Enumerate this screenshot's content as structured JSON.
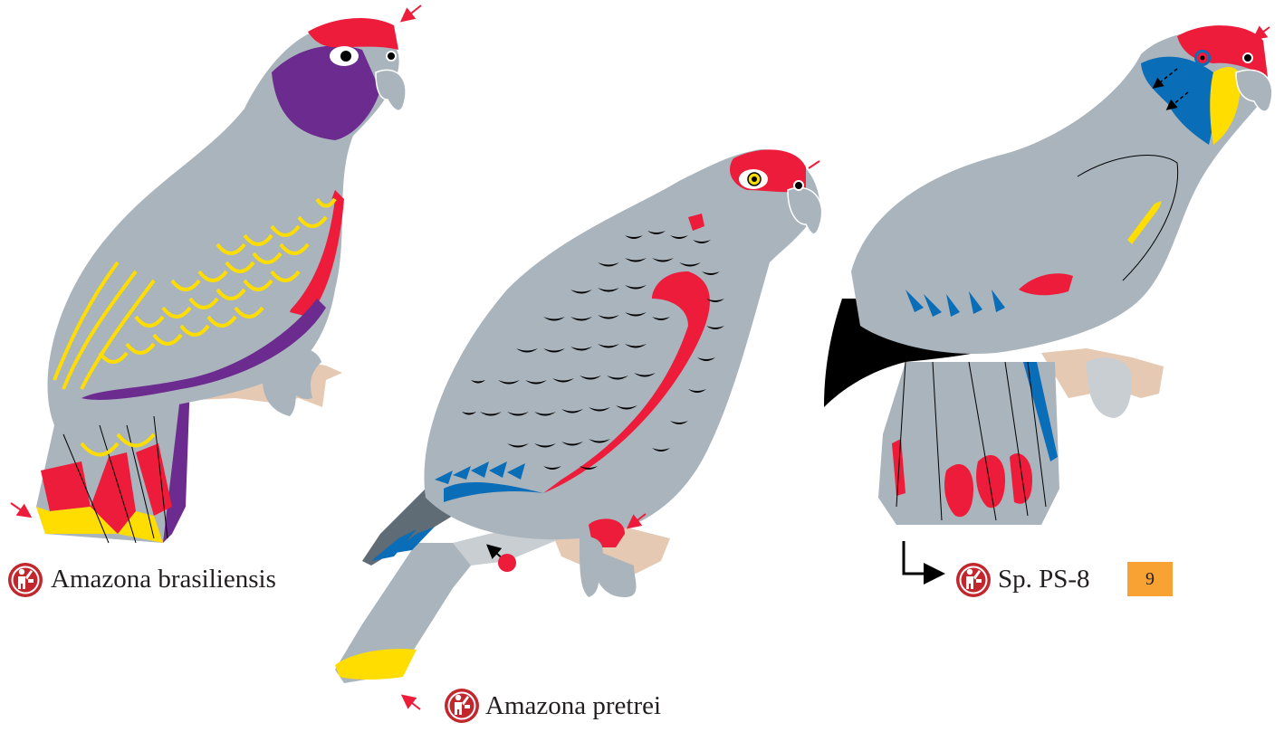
{
  "species": [
    {
      "name": "Amazona brasiliensis",
      "icon": "behavior-icon"
    },
    {
      "name": "Amazona pretrei",
      "icon": "behavior-icon"
    },
    {
      "name": "Sp. PS-8",
      "icon": "behavior-icon"
    }
  ],
  "plate_number": "9",
  "colors": {
    "body_gray": "#a9b4bc",
    "red": "#ed1c3a",
    "yellow": "#ffdd00",
    "purple": "#6c2b8f",
    "blue": "#0a6db8",
    "black": "#000000",
    "perch": "#e6c9b2",
    "badge": "#f7a233",
    "icon_red": "#c1272d"
  }
}
